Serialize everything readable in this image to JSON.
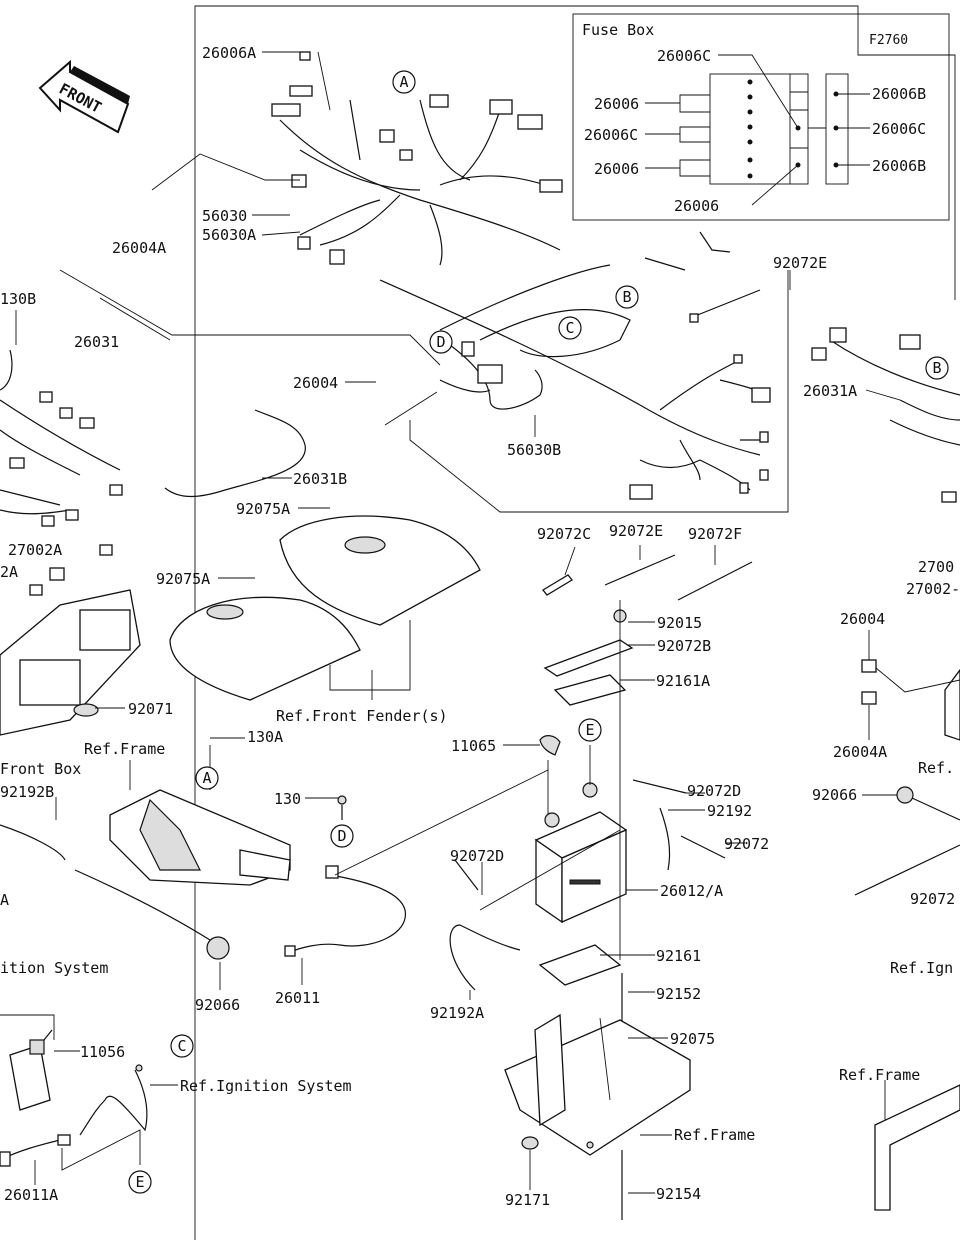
{
  "diagram_code": "F2760",
  "front_arrow": {
    "label": "FRONT"
  },
  "fuse_box": {
    "title": "Fuse Box",
    "labels": {
      "top": "26006C",
      "left1": "26006",
      "left2": "26006C",
      "left3": "26006",
      "bottom": "26006",
      "right1": "26006B",
      "right2": "26006C",
      "right3": "26006B"
    }
  },
  "parts": {
    "p26006A": "26006A",
    "p26004A_top": "26004A",
    "p56030": "56030",
    "p56030A": "56030A",
    "p56030B": "56030B",
    "p92072E_top": "92072E",
    "p130B": "130B",
    "p26031": "26031",
    "p26004_mid": "26004",
    "p26031B": "26031B",
    "p26031A": "26031A",
    "p92075A_1": "92075A",
    "p92075A_2": "92075A",
    "p27002A": "27002A",
    "p27002A_left": "2A",
    "p92071": "92071",
    "p92192B": "92192B",
    "p130A": "130A",
    "p130": "130",
    "p92066_left": "92066",
    "p92066_right": "92066",
    "p26011": "26011",
    "p11056": "11056",
    "p26011A": "26011A",
    "p92072C": "92072C",
    "p92072E": "92072E",
    "p92072F": "92072F",
    "p92015": "92015",
    "p92072B": "92072B",
    "p92161A": "92161A",
    "p11065": "11065",
    "p92072D_a": "92072D",
    "p92192": "92192",
    "p92072": "92072",
    "p92072D_b": "92072D",
    "p26012A": "26012/A",
    "p92161": "92161",
    "p92192A": "92192A",
    "p92152": "92152",
    "p92075": "92075",
    "p92171": "92171",
    "p92154": "92154",
    "p26004_right": "26004",
    "p26004A_right": "26004A",
    "p27002_right1": "2700",
    "p27002_right2": "27002-",
    "p92072_right": "92072",
    "p_A_left": "A"
  },
  "refs": {
    "front_box": "Front Box",
    "front_fender": "Ref.Front Fender(s)",
    "frame_1": "Ref.Frame",
    "ignition_left": "ition System",
    "ignition_2": "Ref.Ignition System",
    "frame_2": "Ref.Frame",
    "ref_right": "Ref.",
    "ignition_right": "Ref.Ign",
    "frame_right": "Ref.Frame"
  },
  "callouts": {
    "A": "A",
    "B": "B",
    "C": "C",
    "D": "D",
    "E": "E"
  }
}
